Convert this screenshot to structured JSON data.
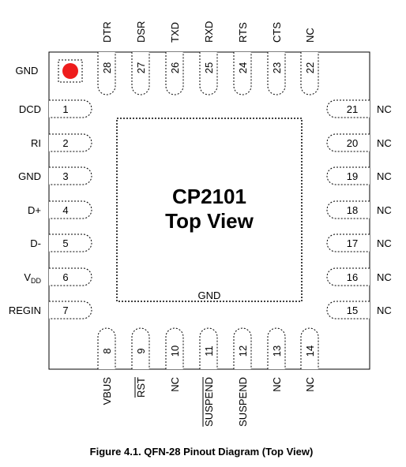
{
  "chip": {
    "line1": "CP2101",
    "line2": "Top View",
    "center_label": "GND",
    "pin1_marker_label": "GND",
    "pin1_marker_color": "#ee1c1c"
  },
  "caption": "Figure 4.1. QFN-28 Pinout Diagram (Top View)",
  "pins_left": [
    {
      "num": "1",
      "name": "DCD"
    },
    {
      "num": "2",
      "name": "RI"
    },
    {
      "num": "3",
      "name": "GND"
    },
    {
      "num": "4",
      "name": "D+"
    },
    {
      "num": "5",
      "name": "D-"
    },
    {
      "num": "6",
      "name": "V",
      "sub": "DD"
    },
    {
      "num": "7",
      "name": "REGIN"
    }
  ],
  "pins_bottom": [
    {
      "num": "8",
      "name": "VBUS"
    },
    {
      "num": "9",
      "name": "RST",
      "overline": true
    },
    {
      "num": "10",
      "name": "NC"
    },
    {
      "num": "11",
      "name": "SUSPEND",
      "overline": true
    },
    {
      "num": "12",
      "name": "SUSPEND"
    },
    {
      "num": "13",
      "name": "NC"
    },
    {
      "num": "14",
      "name": "NC"
    }
  ],
  "pins_right": [
    {
      "num": "15",
      "name": "NC"
    },
    {
      "num": "16",
      "name": "NC"
    },
    {
      "num": "17",
      "name": "NC"
    },
    {
      "num": "18",
      "name": "NC"
    },
    {
      "num": "19",
      "name": "NC"
    },
    {
      "num": "20",
      "name": "NC"
    },
    {
      "num": "21",
      "name": "NC"
    }
  ],
  "pins_top": [
    {
      "num": "22",
      "name": "NC"
    },
    {
      "num": "23",
      "name": "CTS"
    },
    {
      "num": "24",
      "name": "RTS"
    },
    {
      "num": "25",
      "name": "RXD"
    },
    {
      "num": "26",
      "name": "TXD"
    },
    {
      "num": "27",
      "name": "DSR"
    },
    {
      "num": "28",
      "name": "DTR"
    }
  ]
}
